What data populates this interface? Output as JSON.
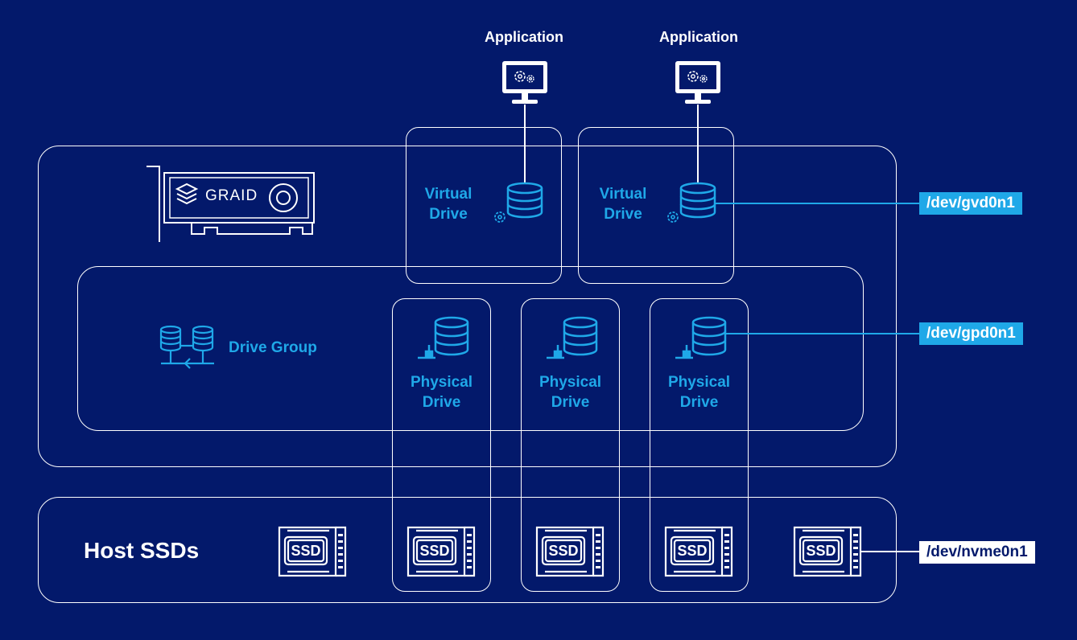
{
  "applications": [
    {
      "label": "Application",
      "icon": "monitor-gears-icon"
    },
    {
      "label": "Application",
      "icon": "monitor-gears-icon"
    }
  ],
  "graid_card": {
    "logo_text": "GRAID",
    "icon": "gpu-card-icon"
  },
  "virtual_drives": [
    {
      "label_line1": "Virtual",
      "label_line2": "Drive",
      "icon": "database-gear-icon"
    },
    {
      "label_line1": "Virtual",
      "label_line2": "Drive",
      "icon": "database-gear-icon"
    }
  ],
  "drive_group": {
    "label": "Drive Group",
    "icon": "drive-group-icon"
  },
  "physical_drives": [
    {
      "label_line1": "Physical",
      "label_line2": "Drive",
      "icon": "database-network-icon"
    },
    {
      "label_line1": "Physical",
      "label_line2": "Drive",
      "icon": "database-network-icon"
    },
    {
      "label_line1": "Physical",
      "label_line2": "Drive",
      "icon": "database-network-icon"
    }
  ],
  "host_ssds": {
    "label": "Host SSDs",
    "ssds": [
      {
        "label": "SSD"
      },
      {
        "label": "SSD"
      },
      {
        "label": "SSD"
      },
      {
        "label": "SSD"
      },
      {
        "label": "SSD"
      }
    ]
  },
  "device_tags": {
    "virtual": "/dev/gvd0n1",
    "physical": "/dev/gpd0n1",
    "nvme": "/dev/nvme0n1"
  },
  "colors": {
    "background": "#03196b",
    "accent": "#1fa8e8",
    "line": "#ffffff"
  }
}
